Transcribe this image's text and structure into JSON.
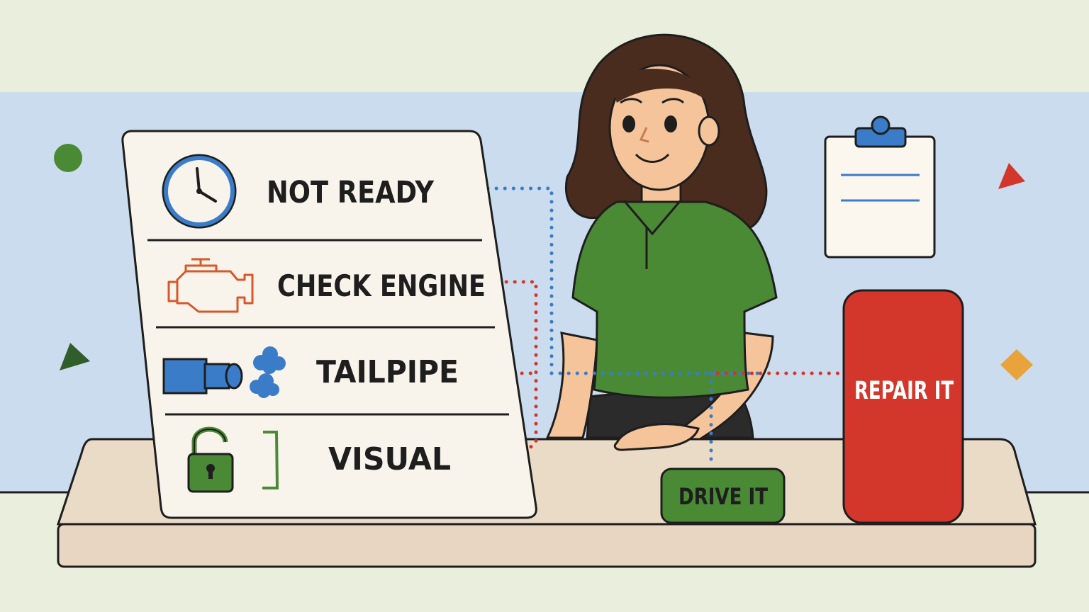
{
  "checklist": {
    "items": [
      {
        "label": "NOT READY",
        "icon": "clock-icon"
      },
      {
        "label": "CHECK ENGINE",
        "icon": "check-engine-icon"
      },
      {
        "label": "TAILPIPE",
        "icon": "tailpipe-smoke-icon"
      },
      {
        "label": "VISUAL",
        "icon": "open-padlock-icon"
      }
    ]
  },
  "outcomes": {
    "drive": {
      "label": "DRIVE IT",
      "color": "#4b8a35"
    },
    "repair": {
      "label": "REPAIR IT",
      "color": "#d3362a"
    }
  },
  "colors": {
    "background_top": "#e9efdc",
    "background_wall": "#cbdcee",
    "connector_pass": "#3a7cc8",
    "connector_fail": "#d3362a",
    "shirt": "#4b8a35",
    "hair": "#4a2c1e",
    "skin": "#f6c49a"
  },
  "decorations": {
    "clipboard": "clipboard-icon",
    "shapes": [
      "green-dot",
      "red-triangle",
      "dark-green-triangle",
      "orange-diamond"
    ]
  }
}
